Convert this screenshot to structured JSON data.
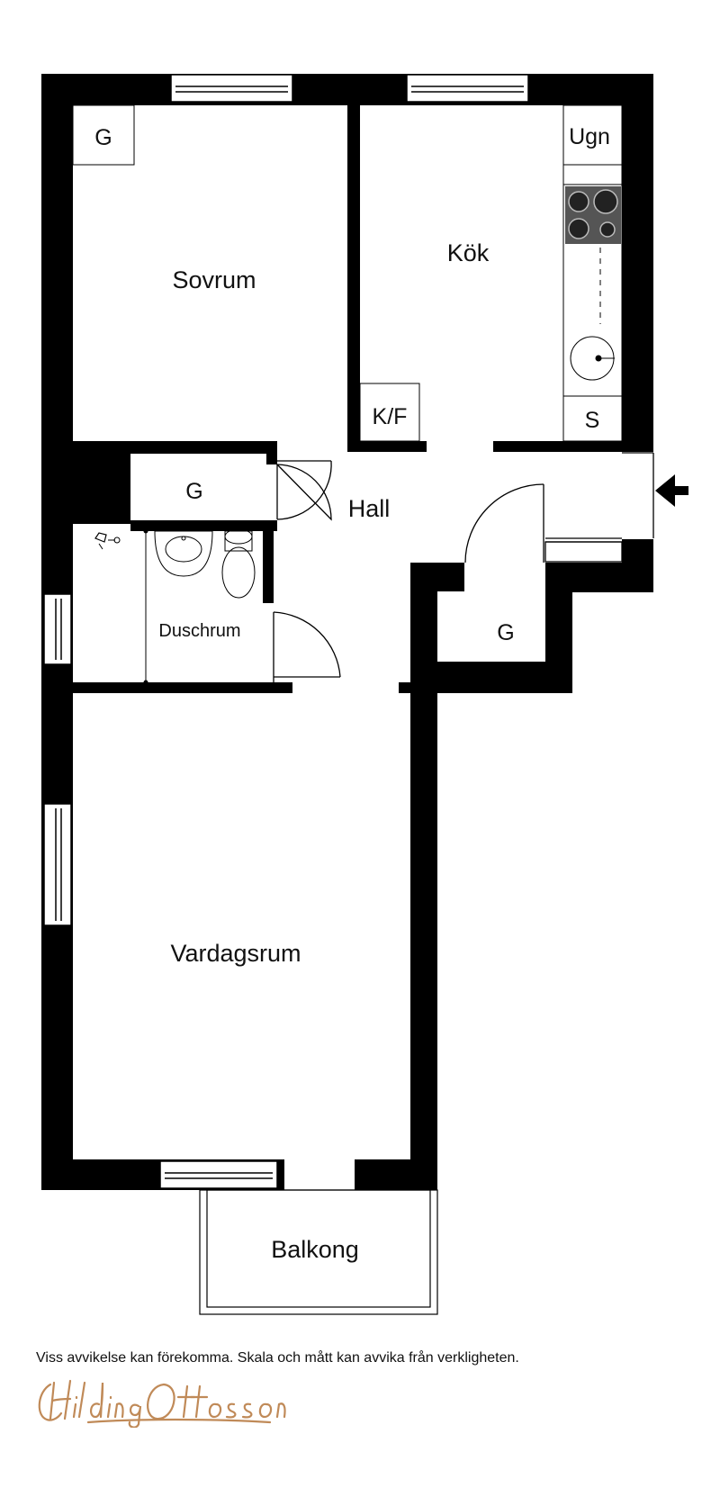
{
  "rooms": {
    "sovrum": "Sovrum",
    "kok": "Kök",
    "hall": "Hall",
    "duschrum": "Duschrum",
    "vardagsrum": "Vardagsrum",
    "balkong": "Balkong"
  },
  "fixtures": {
    "closet": "G",
    "oven": "Ugn",
    "fridge_freezer": "K/F",
    "cabinet": "S"
  },
  "disclaimer": "Viss avvikelse kan förekomma. Skala och mått kan avvika från verkligheten.",
  "brand": {
    "name": "Hilding Ottosson",
    "color": "#c08a58"
  }
}
